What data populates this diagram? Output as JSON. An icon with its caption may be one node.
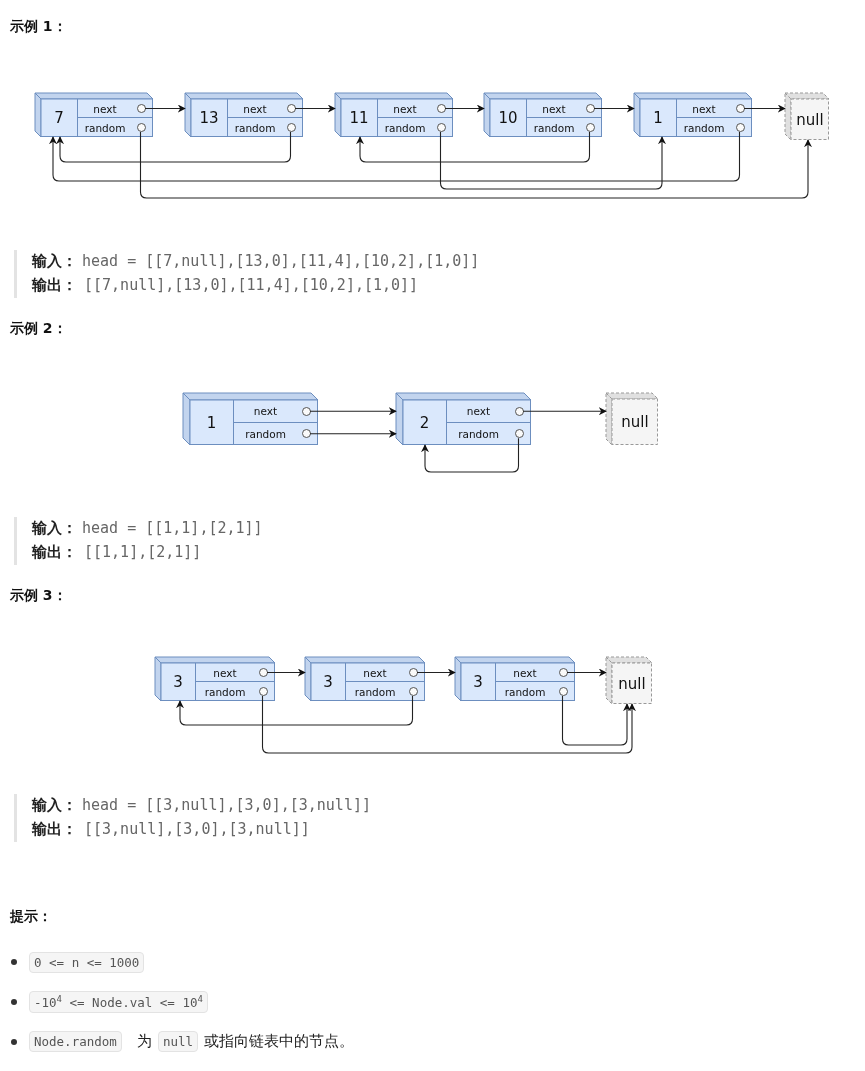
{
  "diagram": {
    "nodes": [
      {
        "text": [
          "7"
        ]
      },
      {
        "text": [
          "next"
        ],
        "in": 0
      },
      {
        "text": [
          "random"
        ],
        "in": 0
      },
      {
        "text": [
          "13"
        ]
      },
      {
        "text": [
          "next"
        ],
        "in": 3
      },
      {
        "text": [
          "random"
        ],
        "in": 3
      },
      {
        "text": [
          "11"
        ]
      },
      {
        "text": [
          "next"
        ],
        "in": 6
      },
      {
        "text": [
          "random"
        ],
        "in": 6
      },
      {
        "text": [
          "10"
        ]
      },
      {
        "text": [
          "next"
        ],
        "in": 9
      },
      {
        "text": [
          "random"
        ],
        "in": 9
      },
      {
        "text": [
          "1"
        ]
      },
      {
        "text": [
          "next"
        ],
        "in": 12
      },
      {
        "text": [
          "random"
        ],
        "in": 12
      },
      {
        "text": [
          "null"
        ]
      },
      {
        "text": [
          "1"
        ]
      },
      {
        "text": [
          "next"
        ],
        "in": 16
      },
      {
        "text": [
          "random"
        ],
        "in": 16
      },
      {
        "text": [
          "2"
        ]
      },
      {
        "text": [
          "next"
        ],
        "in": 19
      },
      {
        "text": [
          "random"
        ],
        "in": 19
      },
      {
        "text": [
          "null"
        ]
      },
      {
        "text": [
          "3"
        ]
      },
      {
        "text": [
          "next"
        ],
        "in": 23
      },
      {
        "text": [
          "random"
        ],
        "in": 23
      },
      {
        "text": [
          "3"
        ]
      },
      {
        "text": [
          "next"
        ],
        "in": 26
      },
      {
        "text": [
          "random"
        ],
        "in": 26
      },
      {
        "text": [
          "3"
        ]
      },
      {
        "text": [
          "next"
        ],
        "in": 29
      },
      {
        "text": [
          "random"
        ],
        "in": 29
      },
      {
        "text": [
          "null"
        ]
      }
    ],
    "edges": [
      {
        "from": 1,
        "to": 3,
        "arrow": "to"
      },
      {
        "from": 4,
        "to": 6,
        "arrow": "to"
      },
      {
        "from": 7,
        "to": 9,
        "arrow": "to"
      },
      {
        "from": 10,
        "to": 12,
        "arrow": "to"
      },
      {
        "from": 13,
        "to": 15,
        "arrow": "to"
      },
      {
        "from": 2,
        "to": 15,
        "arrow": "to"
      },
      {
        "from": 5,
        "to": 0,
        "arrow": "to"
      },
      {
        "from": 8,
        "to": 12,
        "arrow": "to"
      },
      {
        "from": 11,
        "to": 6,
        "arrow": "to"
      },
      {
        "from": 14,
        "to": 0,
        "arrow": "to"
      },
      {
        "from": 17,
        "to": 19,
        "arrow": "to"
      },
      {
        "from": 18,
        "to": 19,
        "arrow": "to"
      },
      {
        "from": 20,
        "to": 22,
        "arrow": "to"
      },
      {
        "from": 21,
        "to": 19,
        "arrow": "to"
      },
      {
        "from": 24,
        "to": 26,
        "arrow": "to"
      },
      {
        "from": 27,
        "to": 29,
        "arrow": "to"
      },
      {
        "from": 30,
        "to": 32,
        "arrow": "to"
      },
      {
        "from": 25,
        "to": 32,
        "arrow": "to"
      },
      {
        "from": 28,
        "to": 23,
        "arrow": "to"
      },
      {
        "from": 31,
        "to": 32,
        "arrow": "to"
      }
    ],
    "labels": [
      "示例 1：",
      "输入：",
      "head = [[7,null],[13,0],[11,4],[10,2],[1,0]]",
      "输出：",
      "[[7,null],[13,0],[11,4],[10,2],[1,0]]",
      "示例 2：",
      "输入：",
      "head = [[1,1],[2,1]]",
      "输出：",
      "[[1,1],[2,1]]",
      "示例 3：",
      "输入：",
      "head = [[3,null],[3,0],[3,null]]",
      "输出：",
      "[[3,null],[3,0],[3,null]]",
      "提示：",
      "0 <= n <= 1000",
      "-10$^{4}$ <= Node.val <= 10$^{4}$",
      "Node.random",
      "为",
      "null",
      "或指向链表中的节点。"
    ]
  }
}
